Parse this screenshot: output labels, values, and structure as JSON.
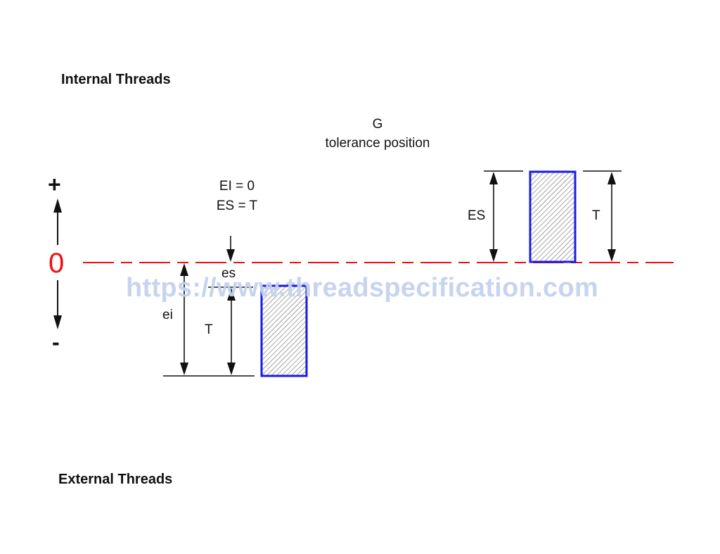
{
  "headings": {
    "internal": "Internal Threads",
    "external": "External Threads"
  },
  "tolerance": {
    "letter": "G",
    "caption": "tolerance position"
  },
  "formula": {
    "line1": "EI = 0",
    "line2": "ES = T"
  },
  "axis": {
    "plus": "+",
    "zero": "0",
    "minus": "-"
  },
  "external_labels": {
    "es": "es",
    "ei": "ei",
    "T": "T"
  },
  "internal_labels": {
    "ES": "ES",
    "T": "T"
  },
  "watermark": "https://www.threadspecification.com",
  "colors": {
    "zero_line": "#ee1111",
    "box_border": "#1a1ae6",
    "hatch": "#666666",
    "watermark": "#c3d2ee"
  }
}
